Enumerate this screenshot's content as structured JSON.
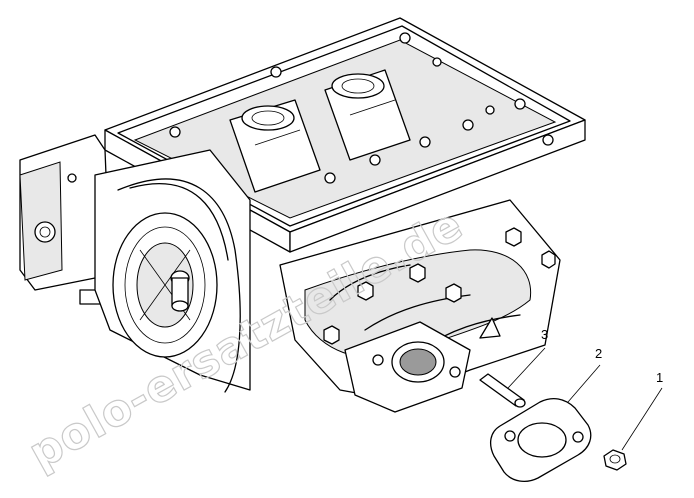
{
  "watermark": {
    "text": "polo-ersatzteile.de"
  },
  "diagram": {
    "callouts": [
      {
        "id": "1",
        "label": "1"
      },
      {
        "id": "2",
        "label": "2"
      },
      {
        "id": "3",
        "label": "3"
      }
    ]
  }
}
